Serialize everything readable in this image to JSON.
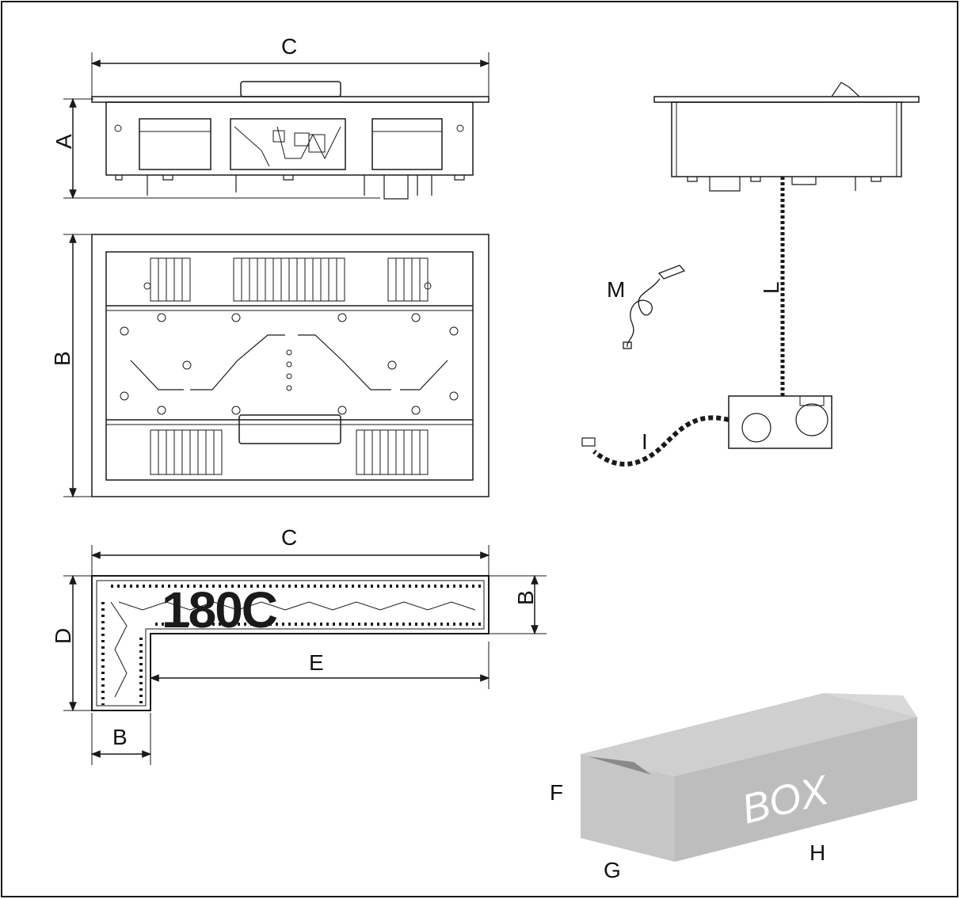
{
  "labels": {
    "a": "A",
    "b": "B",
    "c": "C",
    "d": "D",
    "e": "E",
    "f": "F",
    "g": "G",
    "h": "H",
    "i": "I",
    "l": "L",
    "m": "M"
  },
  "model": "180C",
  "box_text": "BOX",
  "colors": {
    "line": "#1a1a1a",
    "box_top": "#cfcfcf",
    "box_side": "#bdbdbd",
    "box_front": "#c6c6c6"
  }
}
